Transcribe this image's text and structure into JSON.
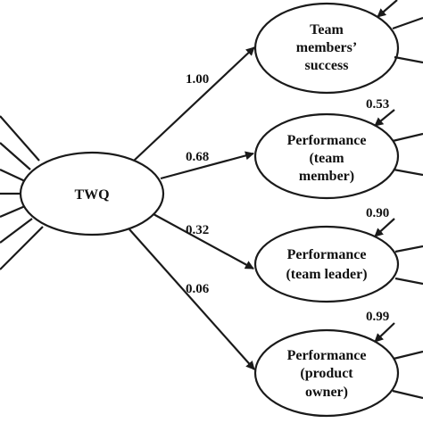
{
  "diagram": {
    "source_node": {
      "label": "TWQ"
    },
    "target_nodes": [
      {
        "id": "team-members-success",
        "label_lines": [
          "Team",
          "members’",
          "success"
        ]
      },
      {
        "id": "performance-team-member",
        "label_lines": [
          "Performance",
          "(team",
          "member)"
        ]
      },
      {
        "id": "performance-team-leader",
        "label_lines": [
          "Performance",
          "(team leader)"
        ]
      },
      {
        "id": "performance-product-owner",
        "label_lines": [
          "Performance",
          "(product",
          "owner)"
        ]
      }
    ],
    "path_coefficients": [
      "1.00",
      "0.68",
      "0.32",
      "0.06"
    ],
    "residual_values": [
      "0.53",
      "0.90",
      "0.99"
    ]
  }
}
